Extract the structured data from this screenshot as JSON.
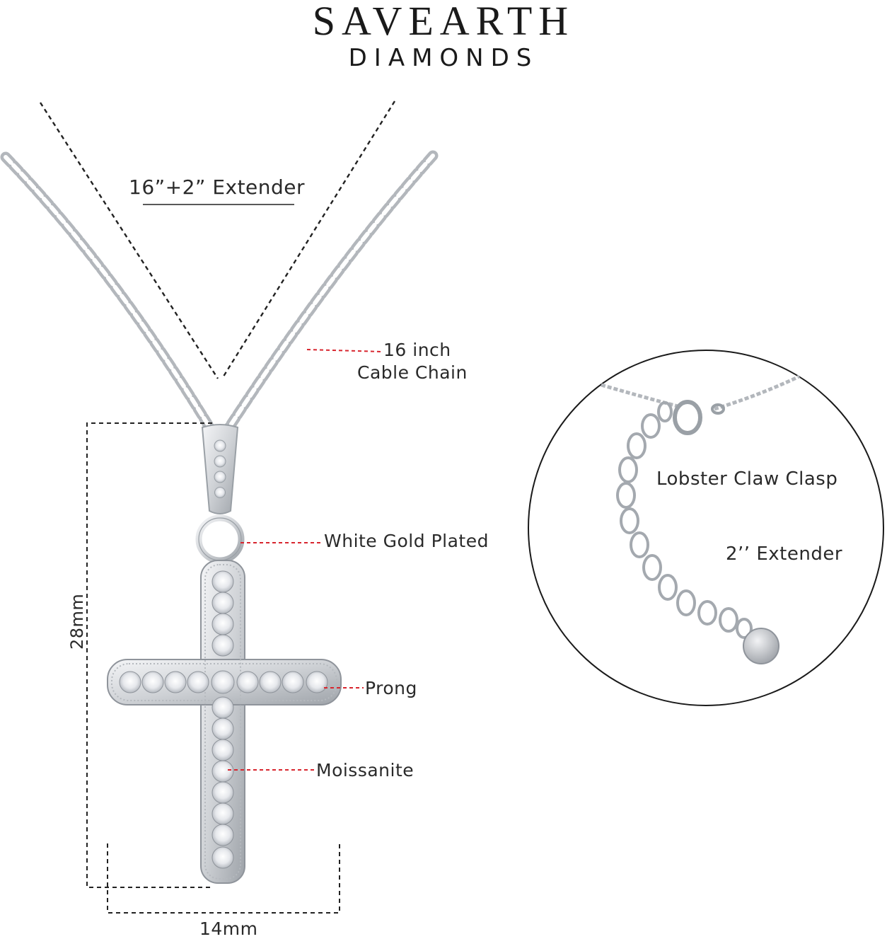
{
  "brand": {
    "name": "SAVEARTH",
    "tagline": "DIAMONDS"
  },
  "labels": {
    "chain_length": "16”+2” Extender",
    "chain_type_line1": "16 inch",
    "chain_type_line2": "Cable Chain",
    "plating": "White Gold Plated",
    "setting": "Prong",
    "stone": "Moissanite",
    "height": "28mm",
    "width": "14mm",
    "clasp": "Lobster Claw Clasp",
    "extender": "2’’ Extender"
  },
  "colors": {
    "pointer_line": "#d8252e",
    "metal": "#c9ccd0",
    "dimension_line": "#222222"
  }
}
